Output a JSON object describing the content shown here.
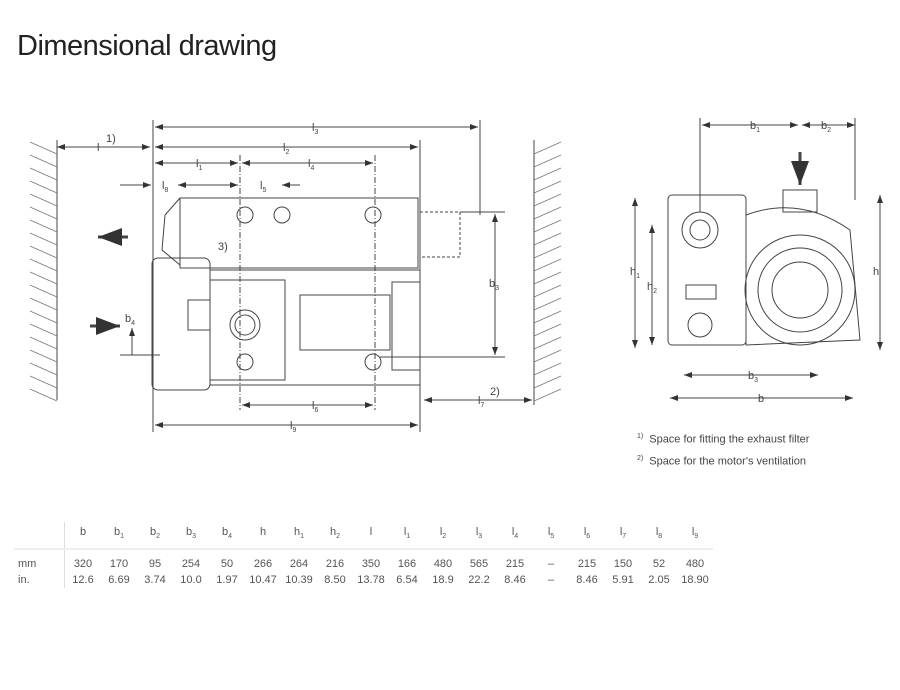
{
  "title": "Dimensional drawing",
  "drawing_labels": {
    "l": "l",
    "l_note": "1)",
    "l1": "1",
    "l2": "2",
    "l3": "3",
    "l4": "4",
    "l5": "5",
    "l6": "6",
    "l7": "7",
    "l7_note": "2)",
    "l8": "8",
    "l9": "9",
    "b": "b",
    "b1": "1",
    "b2": "2",
    "b3": "3",
    "b4": "4",
    "h": "h",
    "h1": "1",
    "h2": "2",
    "callout": "3)"
  },
  "footnotes": [
    {
      "mark": "1)",
      "text": "Space for fitting the exhaust filter"
    },
    {
      "mark": "2)",
      "text": "Space for the motor's ventilation"
    }
  ],
  "table": {
    "columns": [
      {
        "base": "b",
        "sub": ""
      },
      {
        "base": "b",
        "sub": "1"
      },
      {
        "base": "b",
        "sub": "2"
      },
      {
        "base": "b",
        "sub": "3"
      },
      {
        "base": "b",
        "sub": "4"
      },
      {
        "base": "h",
        "sub": ""
      },
      {
        "base": "h",
        "sub": "1"
      },
      {
        "base": "h",
        "sub": "2"
      },
      {
        "base": "l",
        "sub": ""
      },
      {
        "base": "l",
        "sub": "1"
      },
      {
        "base": "l",
        "sub": "2"
      },
      {
        "base": "l",
        "sub": "3"
      },
      {
        "base": "l",
        "sub": "4"
      },
      {
        "base": "l",
        "sub": "5"
      },
      {
        "base": "l",
        "sub": "6"
      },
      {
        "base": "l",
        "sub": "7"
      },
      {
        "base": "l",
        "sub": "8"
      },
      {
        "base": "l",
        "sub": "9"
      }
    ],
    "rows": [
      {
        "unit": "mm",
        "values": [
          "320",
          "170",
          "95",
          "254",
          "50",
          "266",
          "264",
          "216",
          "350",
          "166",
          "480",
          "565",
          "215",
          "–",
          "215",
          "150",
          "52",
          "480"
        ]
      },
      {
        "unit": "in.",
        "values": [
          "12.6",
          "6.69",
          "3.74",
          "10.0",
          "1.97",
          "10.47",
          "10.39",
          "8.50",
          "13.78",
          "6.54",
          "18.9",
          "22.2",
          "8.46",
          "–",
          "8.46",
          "5.91",
          "2.05",
          "18.90"
        ]
      }
    ]
  }
}
